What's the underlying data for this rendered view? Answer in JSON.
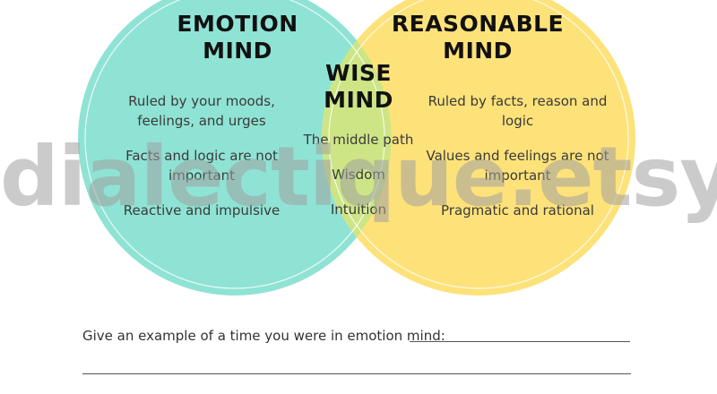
{
  "watermark": "dialectique.etsy",
  "colors": {
    "emotion_circle": "#8fe3d4",
    "reasonable_circle": "#fde27a",
    "overlap": "#cde585",
    "heading": "#111111",
    "text": "#3a3a3a"
  },
  "emotion": {
    "title_line1": "EMOTION",
    "title_line2": "MIND",
    "items": [
      {
        "line1": "Ruled by your moods,",
        "line2": "feelings, and urges"
      },
      {
        "line1": "Facts and logic are not",
        "line2": "important"
      },
      {
        "line1": "Reactive and impulsive",
        "line2": ""
      }
    ]
  },
  "wise": {
    "title_line1": "WISE",
    "title_line2": "MIND",
    "items": [
      "The middle path",
      "Wisdom",
      "Intuition"
    ]
  },
  "reasonable": {
    "title_line1": "REASONABLE",
    "title_line2": "MIND",
    "items": [
      {
        "line1": "Ruled by facts, reason and",
        "line2": "logic"
      },
      {
        "line1": "Values and feelings are not",
        "line2": "important"
      },
      {
        "line1": "Pragmatic and rational",
        "line2": ""
      }
    ]
  },
  "worksheet": {
    "prompt": "Give an example of a time you were in emotion mind:"
  }
}
